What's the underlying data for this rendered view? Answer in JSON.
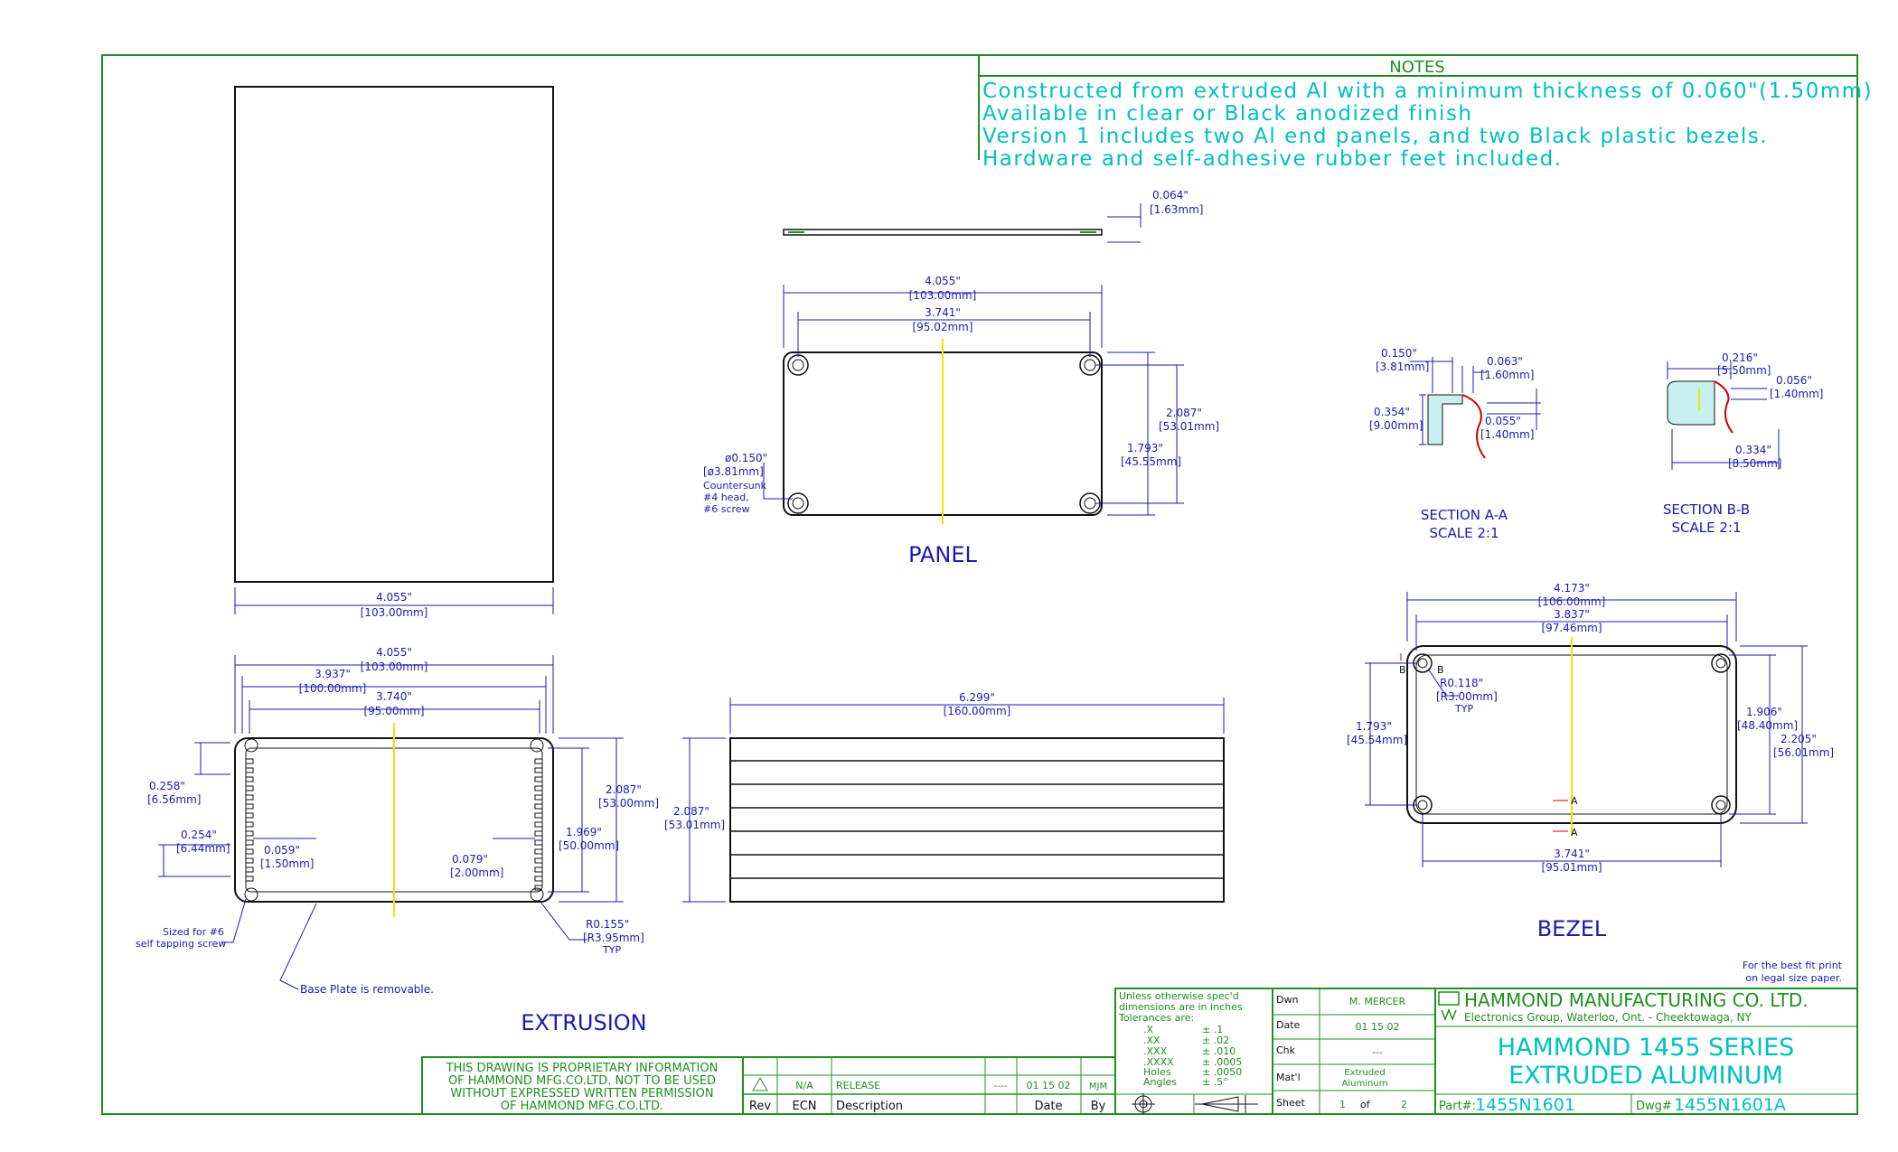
{
  "notes": {
    "header": "NOTES",
    "lines": [
      "Constructed from extruded Al with a minimum thickness of 0.060\"(1.50mm)",
      "Available in clear or Black anodized finish",
      "Version 1 includes two Al end panels, and two Black plastic bezels.",
      "Hardware and self-adhesive rubber feet included."
    ]
  },
  "views": {
    "panel": "PANEL",
    "extrusion": "EXTRUSION",
    "bezel": "BEZEL",
    "section_aa": "SECTION A-A",
    "section_aa_scale": "SCALE 2:1",
    "section_bb": "SECTION B-B",
    "section_bb_scale": "SCALE 2:1"
  },
  "dims": {
    "top_w_in": "4.055\"",
    "top_w_mm": "[103.00mm]",
    "thk_in": "0.064\"",
    "thk_mm": "[1.63mm]",
    "pan_w_in": "4.055\"",
    "pan_w_mm": "[103.00mm]",
    "pan_hole_in": "3.741\"",
    "pan_hole_mm": "[95.02mm]",
    "pan_h_in": "2.087\"",
    "pan_h_mm": "[53.01mm]",
    "pan_hole_h_in": "1.793\"",
    "pan_hole_h_mm": "[45.55mm]",
    "pan_dia_in": "ø0.150\"",
    "pan_dia_mm": "[ø3.81mm]",
    "pan_cs1": "Countersunk",
    "pan_cs2": "#4 head,",
    "pan_cs3": "#6 screw",
    "ex_w_in": "4.055\"",
    "ex_w_mm": "[103.00mm]",
    "ex_w2_in": "3.937\"",
    "ex_w2_mm": "[100.00mm]",
    "ex_w3_in": "3.740\"",
    "ex_w3_mm": "[95.00mm]",
    "ex_h_in": "2.087\"",
    "ex_h_mm": "[53.00mm]",
    "ex_h2_in": "1.969\"",
    "ex_h2_mm": "[50.00mm]",
    "ex_a_in": "0.258\"",
    "ex_a_mm": "[6.56mm]",
    "ex_b_in": "0.254\"",
    "ex_b_mm": "[6.44mm]",
    "ex_c_in": "0.059\"",
    "ex_c_mm": "[1.50mm]",
    "ex_d_in": "0.079\"",
    "ex_d_mm": "[2.00mm]",
    "ex_r_in": "R0.155\"",
    "ex_r_mm": "[R3.95mm]",
    "ex_r_typ": "TYP",
    "ex_sized1": "Sized for #6",
    "ex_sized2": "self tapping screw",
    "ex_base": "Base Plate is removable.",
    "len_in": "6.299\"",
    "len_mm": "[160.00mm]",
    "len_h_in": "2.087\"",
    "len_h_mm": "[53.01mm]",
    "saa_a_in": "0.150\"",
    "saa_a_mm": "[3.81mm]",
    "saa_b_in": "0.063\"",
    "saa_b_mm": "[1.60mm]",
    "saa_c_in": "0.354\"",
    "saa_c_mm": "[9.00mm]",
    "saa_d_in": "0.055\"",
    "saa_d_mm": "[1.40mm]",
    "sbb_a_in": "0.216\"",
    "sbb_a_mm": "[5.50mm]",
    "sbb_b_in": "0.056\"",
    "sbb_b_mm": "[1.40mm]",
    "sbb_c_in": "0.334\"",
    "sbb_c_mm": "[8.50mm]",
    "bz_w_in": "4.173\"",
    "bz_w_mm": "[106.00mm]",
    "bz_w2_in": "3.837\"",
    "bz_w2_mm": "[97.46mm]",
    "bz_r_in": "R0.118\"",
    "bz_r_mm": "[R3.00mm]",
    "bz_r_typ": "TYP",
    "bz_h_in": "1.793\"",
    "bz_h_mm": "[45.54mm]",
    "bz_h2_in": "1.906\"",
    "bz_h2_mm": "[48.40mm]",
    "bz_h3_in": "2.205\"",
    "bz_h3_mm": "[56.01mm]",
    "bz_w3_in": "3.741\"",
    "bz_w3_mm": "[95.01mm]",
    "bz_sec_b": "B",
    "bz_sec_a": "A"
  },
  "legal": {
    "fit1": "For the best fit print",
    "fit2": "on legal size paper.",
    "prop": [
      "THIS DRAWING IS PROPRIETARY INFORMATION",
      "OF HAMMOND MFG.CO.LTD. NOT TO BE USED",
      "WITHOUT EXPRESSED WRITTEN PERMISSION",
      "OF HAMMOND MFG.CO.LTD."
    ]
  },
  "titleblock": {
    "rev_head": "Rev",
    "ecn_head": "ECN",
    "desc_head": "Description",
    "date_head": "Date",
    "by_head": "By",
    "ecn_val": "N/A",
    "desc_val": "RELEASE",
    "dash": "----",
    "date_val": "01 15 02",
    "by_val": "MJM",
    "tol": [
      "Unless otherwise spec'd",
      "dimensions are in inches",
      "Tolerances are:"
    ],
    "tol_rows": [
      [
        ".X",
        "± .1"
      ],
      [
        ".XX",
        "± .02"
      ],
      [
        ".XXX",
        "± .010"
      ],
      [
        ".XXXX",
        "± .0005"
      ],
      [
        "Holes",
        "± .0050"
      ],
      [
        "Angles",
        "± .5°"
      ]
    ],
    "dwn_label": "Dwn",
    "dwn_val": "M. MERCER",
    "date_label": "Date",
    "date2_val": "01 15 02",
    "chk_label": "Chk",
    "chk_val": "---",
    "matl_label": "Mat'l",
    "matl_val1": "Extruded",
    "matl_val2": "Aluminum",
    "sheet_label": "Sheet",
    "sheet_n": "1",
    "sheet_of": "of",
    "sheet_t": "2",
    "company": "HAMMOND MANUFACTURING CO. LTD.",
    "company_sub": "Electronics Group, Waterloo, Ont. - Cheektowaga, NY",
    "title1": "HAMMOND 1455 SERIES",
    "title2": "EXTRUDED ALUMINUM",
    "part_label": "Part#:",
    "part_val": "1455N1601",
    "dwg_label": "Dwg#",
    "dwg_val": "1455N1601A"
  }
}
